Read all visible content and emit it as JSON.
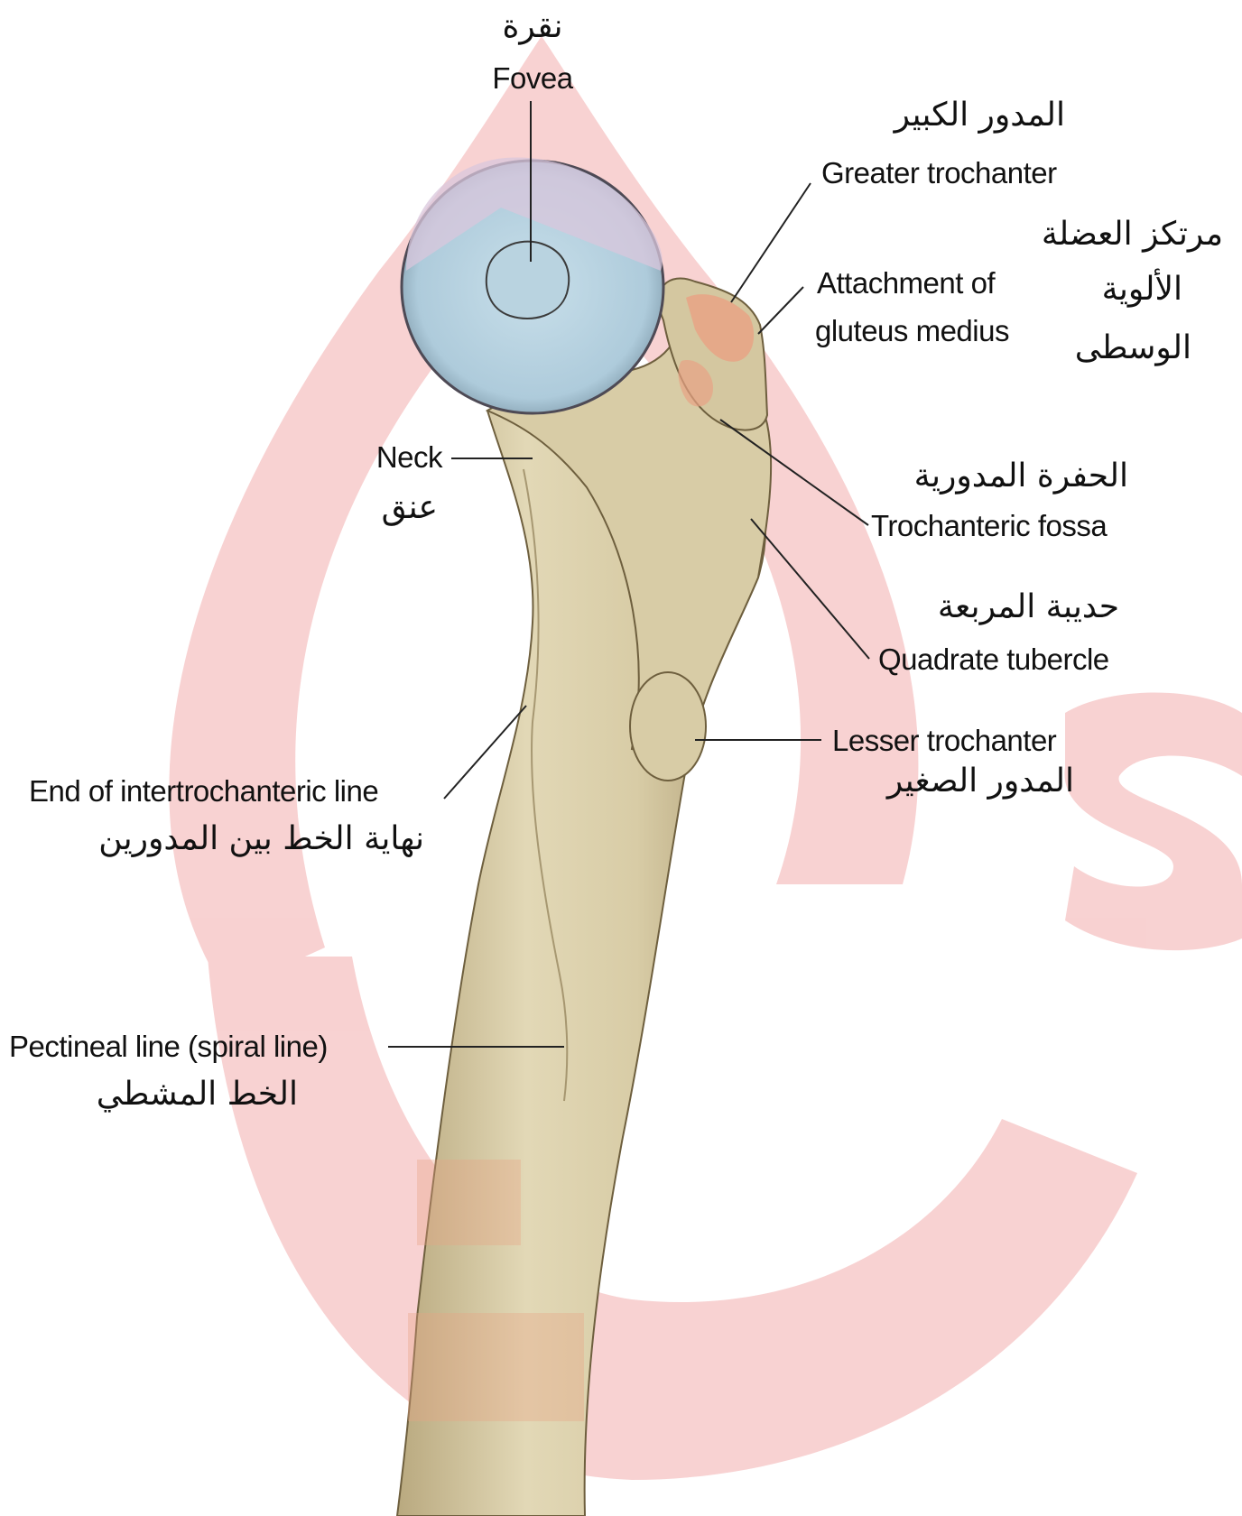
{
  "labels": {
    "fovea": {
      "ar": "نقرة",
      "en": "Fovea"
    },
    "greater_trochanter": {
      "ar": "المدور الكبير",
      "en": "Greater trochanter"
    },
    "gluteus_medius": {
      "en_line1": "Attachment of",
      "en_line2": "gluteus medius",
      "ar_line1": "مرتكز العضلة",
      "ar_line2": "الألوية",
      "ar_line3": "الوسطى"
    },
    "neck": {
      "en": "Neck",
      "ar": "عنق"
    },
    "trochanteric_fossa": {
      "ar": "الحفرة المدورية",
      "en": "Trochanteric fossa"
    },
    "quadrate_tubercle": {
      "ar": "حديبة المربعة",
      "en": "Quadrate tubercle"
    },
    "lesser_trochanter": {
      "en": "Lesser trochanter",
      "ar": "المدور الصغير"
    },
    "intertrochanteric_line_end": {
      "en": "End of intertrochanteric line",
      "ar": "نهاية الخط بين المدورين"
    },
    "pectineal_line": {
      "en": "Pectineal line (spiral line)",
      "ar": "الخط المشطي"
    }
  },
  "colors": {
    "bone": "#d8cca6",
    "bone_shadow": "#b7a57c",
    "cartilage": "#bcd4e2",
    "watermark": "#f7caca",
    "muscle_attachment": "#e8a385",
    "leader_line": "#222222"
  }
}
